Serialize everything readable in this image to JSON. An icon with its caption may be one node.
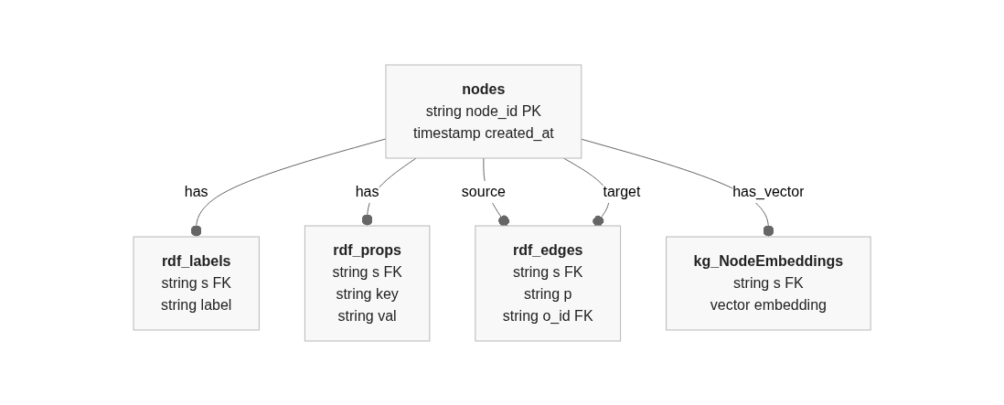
{
  "diagram": {
    "nodes": [
      {
        "text": [
          "nodes",
          "string",
          "node_id",
          "PK",
          "timestamp",
          "created_at"
        ]
      },
      {
        "text": [
          "rdf_labels",
          "string",
          "s",
          "FK",
          "string",
          "label"
        ]
      },
      {
        "text": [
          "rdf_props",
          "string",
          "s",
          "FK",
          "string",
          "key",
          "string",
          "val"
        ]
      },
      {
        "text": [
          "rdf_edges",
          "string",
          "s",
          "FK",
          "string",
          "p",
          "string",
          "o_id",
          "FK"
        ]
      },
      {
        "text": [
          "kg_NodeEmbeddings",
          "string",
          "s",
          "FK",
          "vector",
          "embedding"
        ]
      }
    ],
    "edges": [
      {
        "from": 0,
        "to": 1,
        "arrow": "other",
        "label": "has"
      },
      {
        "from": 0,
        "to": 2,
        "arrow": "other",
        "label": "has"
      },
      {
        "from": 0,
        "to": 3,
        "arrow": "other",
        "label": "source"
      },
      {
        "from": 0,
        "to": 3,
        "arrow": "other",
        "label": "target"
      },
      {
        "from": 0,
        "to": 4,
        "arrow": "other",
        "label": "has_vector"
      }
    ]
  }
}
